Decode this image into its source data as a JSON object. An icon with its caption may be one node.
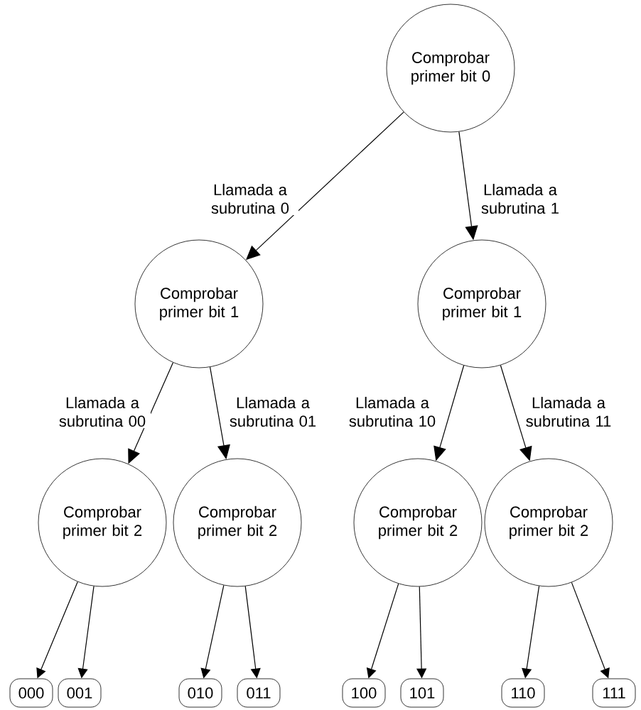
{
  "diagram": {
    "nodes": [
      {
        "text": [
          "Comprobar primer bit 0"
        ]
      },
      {
        "text": [
          "Comprobar primer bit 1"
        ]
      },
      {
        "text": [
          "Comprobar primer bit 1"
        ]
      },
      {
        "text": [
          "Comprobar primer bit 2"
        ]
      },
      {
        "text": [
          "Comprobar primer bit 2"
        ]
      },
      {
        "text": [
          "Comprobar primer bit 2"
        ]
      },
      {
        "text": [
          "Comprobar primer bit 2"
        ]
      },
      {
        "text": [
          "000"
        ]
      },
      {
        "text": [
          "001"
        ]
      },
      {
        "text": [
          "010"
        ]
      },
      {
        "text": [
          "011"
        ]
      },
      {
        "text": [
          "100"
        ]
      },
      {
        "text": [
          "101"
        ]
      },
      {
        "text": [
          "110"
        ]
      },
      {
        "text": [
          "111"
        ]
      }
    ],
    "edges": [
      {
        "from": 0,
        "to": 1,
        "arrow": "to",
        "label": "Llamada a subrutina 0"
      },
      {
        "from": 0,
        "to": 2,
        "arrow": "to",
        "label": "Llamada a subrutina 1"
      },
      {
        "from": 1,
        "to": 3,
        "arrow": "to",
        "label": "Llamada a subrutina 00"
      },
      {
        "from": 1,
        "to": 4,
        "arrow": "to",
        "label": "Llamada a subrutina 01"
      },
      {
        "from": 2,
        "to": 5,
        "arrow": "to",
        "label": "Llamada a subrutina 10"
      },
      {
        "from": 2,
        "to": 6,
        "arrow": "to",
        "label": "Llamada a subrutina 11"
      },
      {
        "from": 3,
        "to": 7,
        "arrow": "to"
      },
      {
        "from": 3,
        "to": 8,
        "arrow": "to"
      },
      {
        "from": 4,
        "to": 9,
        "arrow": "to"
      },
      {
        "from": 4,
        "to": 10,
        "arrow": "to"
      },
      {
        "from": 5,
        "to": 11,
        "arrow": "to"
      },
      {
        "from": 5,
        "to": 12,
        "arrow": "to"
      },
      {
        "from": 6,
        "to": 13,
        "arrow": "to"
      },
      {
        "from": 6,
        "to": 14,
        "arrow": "to"
      }
    ]
  }
}
